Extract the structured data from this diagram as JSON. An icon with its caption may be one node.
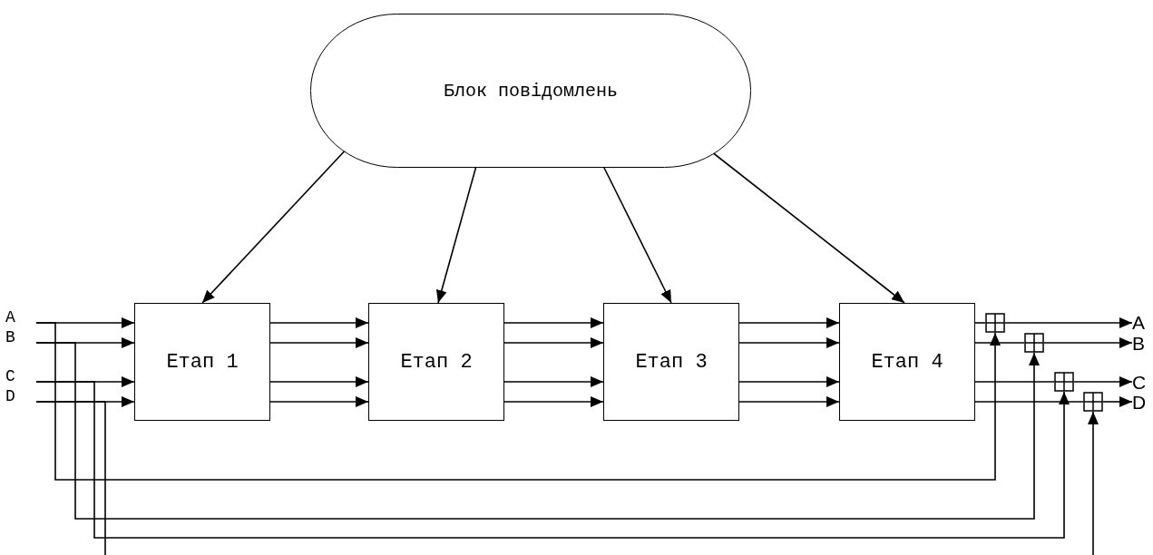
{
  "diagram": {
    "nodes": [
      {
        "text": [
          "Блок повідомлень"
        ]
      },
      {
        "text": [
          "Етап 1"
        ]
      },
      {
        "text": [
          "Етап 2"
        ]
      },
      {
        "text": [
          "Етап 3"
        ]
      },
      {
        "text": [
          "Етап 4"
        ]
      },
      {
        "text": [
          "A"
        ]
      },
      {
        "text": [
          "B"
        ]
      },
      {
        "text": [
          "C"
        ]
      },
      {
        "text": [
          "D"
        ]
      },
      {
        "text": [],
        "shape": "box"
      },
      {
        "text": [],
        "shape": "box"
      },
      {
        "text": [],
        "shape": "box"
      },
      {
        "text": [],
        "shape": "box"
      },
      {
        "text": [
          "A"
        ]
      },
      {
        "text": [
          "B"
        ]
      },
      {
        "text": [
          "C"
        ]
      },
      {
        "text": [
          "D"
        ]
      }
    ],
    "edges": [
      {
        "from": 0,
        "to": 1,
        "arrow": "to"
      },
      {
        "from": 0,
        "to": 2,
        "arrow": "to"
      },
      {
        "from": 0,
        "to": 3,
        "arrow": "to"
      },
      {
        "from": 0,
        "to": 4,
        "arrow": "to"
      },
      {
        "from": 5,
        "to": 1,
        "arrow": "to"
      },
      {
        "from": 6,
        "to": 1,
        "arrow": "to"
      },
      {
        "from": 7,
        "to": 1,
        "arrow": "to"
      },
      {
        "from": 8,
        "to": 1,
        "arrow": "to"
      },
      {
        "from": 1,
        "to": 2,
        "arrow": "to"
      },
      {
        "from": 1,
        "to": 2,
        "arrow": "to"
      },
      {
        "from": 1,
        "to": 2,
        "arrow": "to"
      },
      {
        "from": 1,
        "to": 2,
        "arrow": "to"
      },
      {
        "from": 2,
        "to": 3,
        "arrow": "to"
      },
      {
        "from": 2,
        "to": 3,
        "arrow": "to"
      },
      {
        "from": 2,
        "to": 3,
        "arrow": "to"
      },
      {
        "from": 2,
        "to": 3,
        "arrow": "to"
      },
      {
        "from": 3,
        "to": 4,
        "arrow": "to"
      },
      {
        "from": 3,
        "to": 4,
        "arrow": "to"
      },
      {
        "from": 3,
        "to": 4,
        "arrow": "to"
      },
      {
        "from": 3,
        "to": 4,
        "arrow": "to"
      },
      {
        "from": 4,
        "to": 9,
        "arrow": "none"
      },
      {
        "from": 4,
        "to": 10,
        "arrow": "none"
      },
      {
        "from": 4,
        "to": 11,
        "arrow": "none"
      },
      {
        "from": 4,
        "to": 12,
        "arrow": "none"
      },
      {
        "from": 9,
        "to": 13,
        "arrow": "to"
      },
      {
        "from": 10,
        "to": 14,
        "arrow": "to"
      },
      {
        "from": 11,
        "to": 15,
        "arrow": "to"
      },
      {
        "from": 12,
        "to": 16,
        "arrow": "to"
      },
      {
        "from": 5,
        "to": 9,
        "arrow": "to"
      },
      {
        "from": 6,
        "to": 10,
        "arrow": "to"
      },
      {
        "from": 7,
        "to": 11,
        "arrow": "to"
      },
      {
        "from": 8,
        "to": null,
        "arrow": "none"
      },
      {
        "from": null,
        "to": 12,
        "arrow": "to"
      }
    ]
  }
}
